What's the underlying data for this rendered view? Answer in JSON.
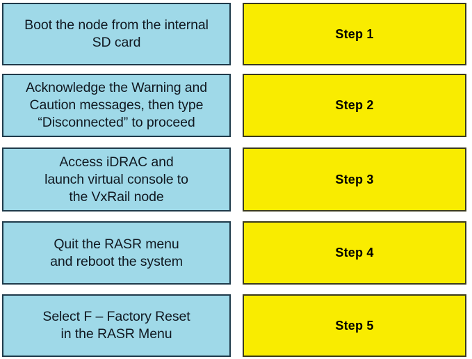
{
  "diagram": {
    "type": "two-column-step-list",
    "colors": {
      "description_fill": "#9FD9E8",
      "description_border": "#1F3A4A",
      "step_fill": "#F9EC00",
      "step_border": "#3B3A1C",
      "background": "#FFFFFF",
      "text": "#101820"
    },
    "rows": [
      {
        "description": "Boot the node from the internal\nSD card",
        "step": "Step 1"
      },
      {
        "description": "Acknowledge the Warning and\nCaution messages, then type\n“Disconnected” to proceed",
        "step": "Step 2"
      },
      {
        "description": "Access iDRAC and\nlaunch virtual console to\nthe VxRail node",
        "step": "Step 3"
      },
      {
        "description": "Quit the RASR menu\nand reboot the system",
        "step": "Step 4"
      },
      {
        "description": "Select F – Factory Reset\nin the RASR Menu",
        "step": "Step 5"
      }
    ]
  }
}
